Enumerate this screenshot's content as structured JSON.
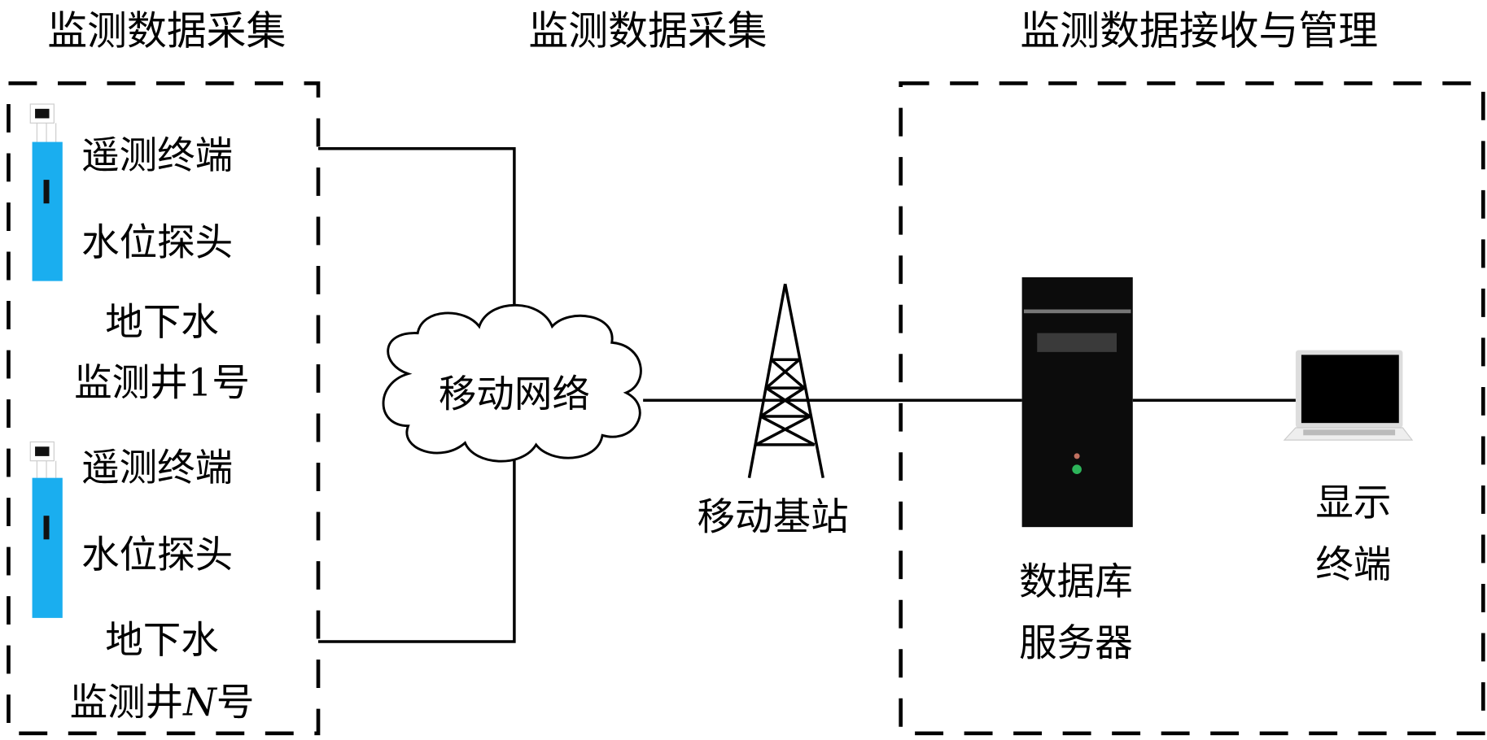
{
  "titles": {
    "left": "监测数据采集",
    "middle": "监测数据采集",
    "right": "监测数据接收与管理"
  },
  "wells": [
    {
      "terminal": "遥测终端",
      "probe": "水位探头",
      "well_line1": "地下水",
      "well_line2": "监测井1号"
    },
    {
      "terminal": "遥测终端",
      "probe": "水位探头",
      "well_line1": "地下水",
      "well_line2_prefix": "监测井",
      "well_line2_var": "N",
      "well_line2_suffix": "号"
    }
  ],
  "network": {
    "label": "移动网络"
  },
  "base_station": {
    "label": "移动基站"
  },
  "server": {
    "line1": "数据库",
    "line2": "服务器"
  },
  "display": {
    "line1": "显示",
    "line2": "终端"
  },
  "colors": {
    "water": "#1aaeef",
    "line": "#000000"
  }
}
